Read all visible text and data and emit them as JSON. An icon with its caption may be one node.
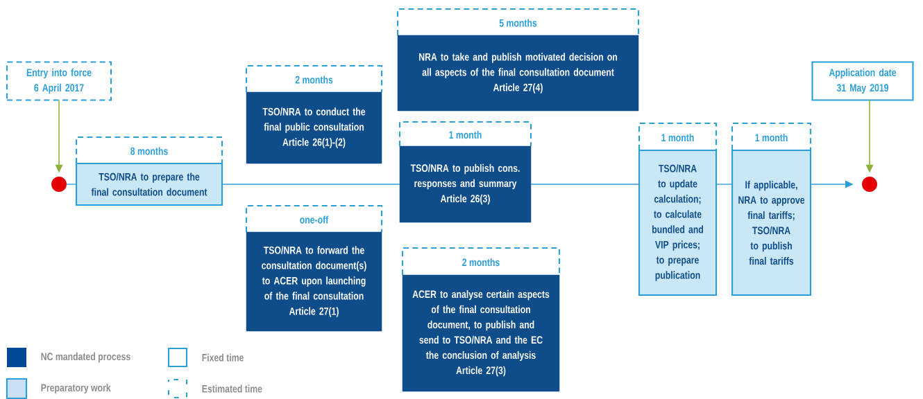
{
  "diagram": {
    "nodes": [
      {
        "text": [
          "Entry into force 6 April 2017"
        ]
      },
      {
        "text": [],
        "shape": "circle"
      },
      {
        "text": [
          "8 months",
          "TSO/NRA to prepare the final consultation document"
        ]
      },
      {
        "text": [
          "2 months",
          "TSO/NRA to conduct the final public consultation",
          "Article 26(1)-(2)"
        ]
      },
      {
        "text": [
          "one-off",
          "TSO/NRA to forward the consultation document(s) to ACER upon launching of the final consultation",
          "Article 27(1)"
        ]
      },
      {
        "text": [
          "5 months",
          "NRA to take and publish motivated decision on all aspects of the final consultation document",
          "Article 27(4)"
        ]
      },
      {
        "text": [
          "1 month",
          "TSO/NRA to publish cons. responses and summary",
          "Article 26(3)"
        ]
      },
      {
        "text": [
          "2 months",
          "ACER to analyse certain aspects of the final consultation document, to publish and send to TSO/NRA and the EC the conclusion of analysis",
          "Article 27(3)"
        ]
      },
      {
        "text": [
          "1 month",
          "TSO/NRA to update calculation; to calculate bundled and VIP prices; to prepare publication"
        ]
      },
      {
        "text": [
          "1 month",
          "If applicable, NRA to approve final tariffs; TSO/NRA to publish final tariffs"
        ]
      },
      {
        "text": [
          "Application date 31 May 2019"
        ]
      },
      {
        "text": [],
        "shape": "circle"
      }
    ],
    "edges": [
      {
        "from": 0,
        "to": 1,
        "arrow": "to",
        "color": "#8db33a"
      },
      {
        "from": 1,
        "to": 2,
        "arrow": "none"
      },
      {
        "from": 2,
        "to": 6,
        "arrow": "none"
      },
      {
        "from": 6,
        "to": 8,
        "arrow": "none"
      },
      {
        "from": 8,
        "to": 9,
        "arrow": "none"
      },
      {
        "from": 9,
        "to": 11,
        "arrow": "to"
      },
      {
        "from": 10,
        "to": 11,
        "arrow": "to",
        "color": "#8db33a"
      }
    ],
    "legend": [
      {
        "text": "NC mandated process",
        "color": "#004a93"
      },
      {
        "text": "Preparatory work",
        "color": "#cce0f4"
      },
      {
        "text": "Fixed time"
      },
      {
        "text": "Estimated time"
      }
    ]
  }
}
